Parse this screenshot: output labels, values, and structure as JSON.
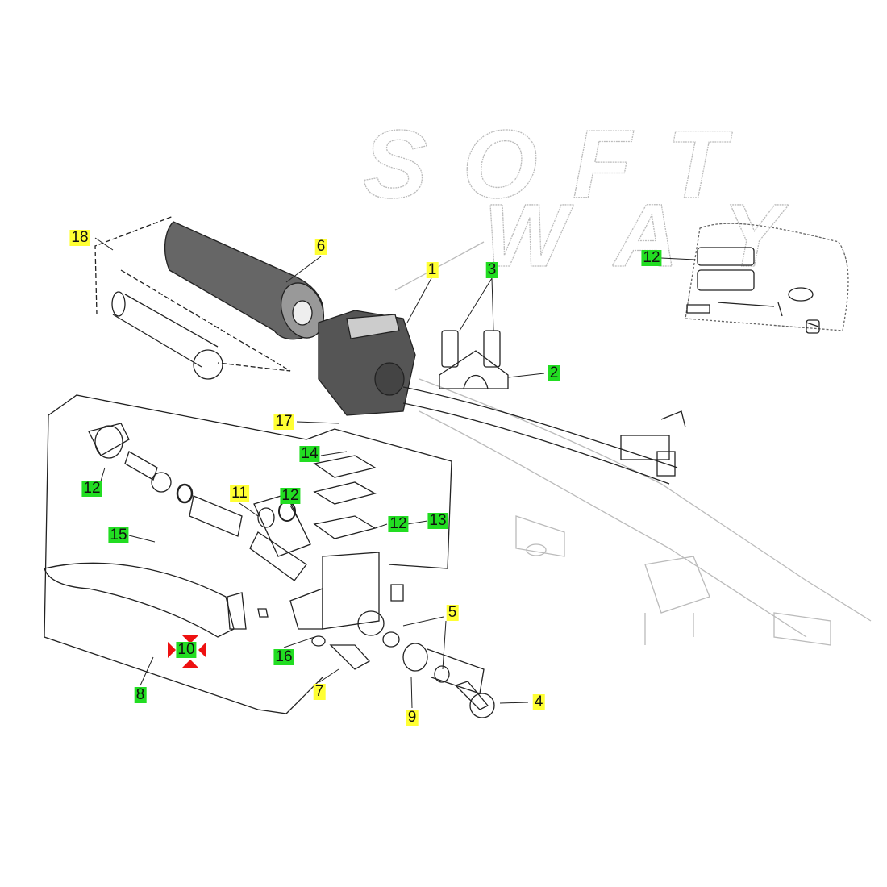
{
  "watermark": {
    "line1": "SOFT",
    "line2": "WAY"
  },
  "colors": {
    "yellow_label": "#ffff33",
    "green_label": "#22dd22",
    "selection_marker": "#ee1111",
    "line_art": "#222222",
    "watermark": "#bbbbbb"
  },
  "callouts": [
    {
      "id": "c18",
      "text": "18",
      "color": "yellow"
    },
    {
      "id": "c6",
      "text": "6",
      "color": "yellow"
    },
    {
      "id": "c1",
      "text": "1",
      "color": "yellow"
    },
    {
      "id": "c3",
      "text": "3",
      "color": "green"
    },
    {
      "id": "c2",
      "text": "2",
      "color": "green"
    },
    {
      "id": "c12a",
      "text": "12",
      "color": "green"
    },
    {
      "id": "c17",
      "text": "17",
      "color": "yellow"
    },
    {
      "id": "c14",
      "text": "14",
      "color": "green"
    },
    {
      "id": "c12b",
      "text": "12",
      "color": "green"
    },
    {
      "id": "c11",
      "text": "11",
      "color": "yellow"
    },
    {
      "id": "c12c",
      "text": "12",
      "color": "green"
    },
    {
      "id": "c12d",
      "text": "12",
      "color": "green"
    },
    {
      "id": "c13",
      "text": "13",
      "color": "green"
    },
    {
      "id": "c15",
      "text": "15",
      "color": "green"
    },
    {
      "id": "c5",
      "text": "5",
      "color": "yellow"
    },
    {
      "id": "c10",
      "text": "10",
      "color": "green",
      "selected": true
    },
    {
      "id": "c16",
      "text": "16",
      "color": "green"
    },
    {
      "id": "c7",
      "text": "7",
      "color": "yellow"
    },
    {
      "id": "c8",
      "text": "8",
      "color": "green"
    },
    {
      "id": "c9",
      "text": "9",
      "color": "yellow"
    },
    {
      "id": "c4",
      "text": "4",
      "color": "yellow"
    }
  ]
}
